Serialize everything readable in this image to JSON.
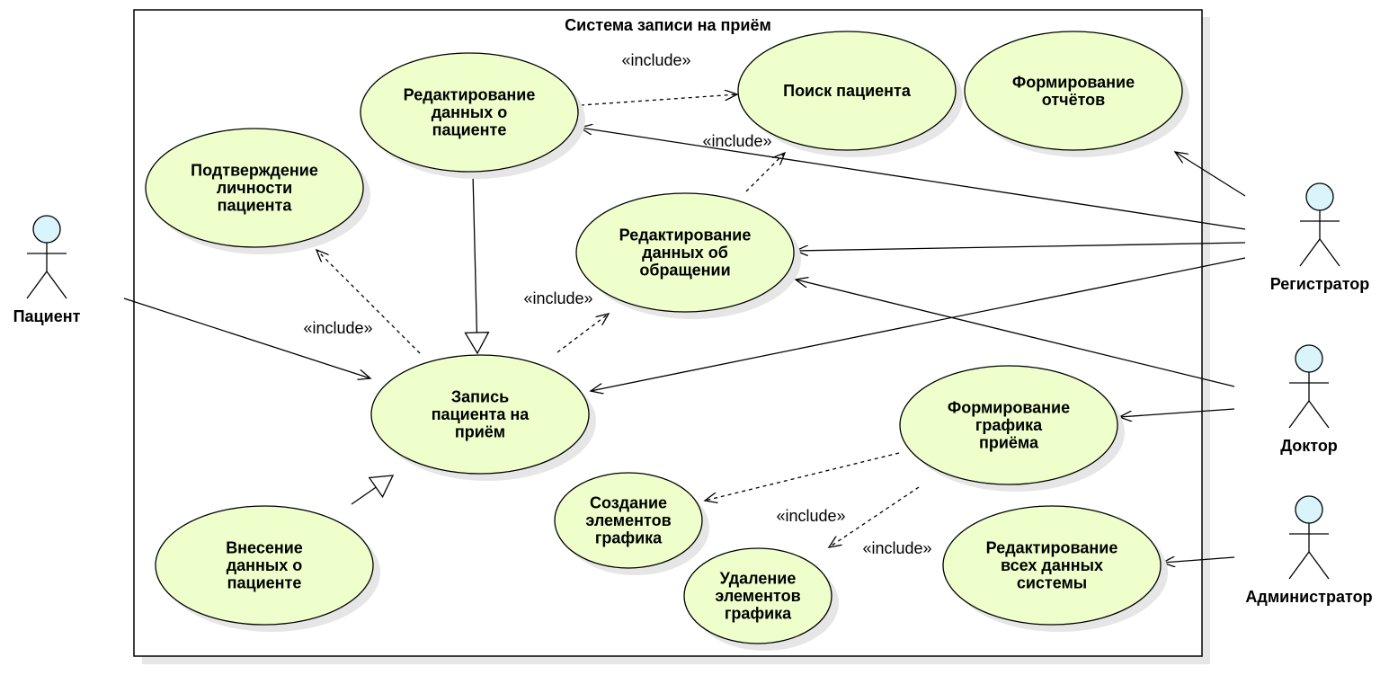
{
  "system": {
    "title": "Система записи на приём"
  },
  "colors": {
    "usecase_fill": "#eeffcc",
    "actor_fill": "#d9f4fb",
    "stroke": "#000000",
    "shadow": "#e6e6e6"
  },
  "actors": [
    {
      "id": "patient",
      "label": "Пациент"
    },
    {
      "id": "registrar",
      "label": "Регистратор"
    },
    {
      "id": "doctor",
      "label": "Доктор"
    },
    {
      "id": "admin",
      "label": "Администратор"
    }
  ],
  "usecases": [
    {
      "id": "edit_patient",
      "lines": [
        "Редактирование",
        "данных о",
        "пациенте"
      ]
    },
    {
      "id": "search_patient",
      "lines": [
        "Поиск пациента"
      ]
    },
    {
      "id": "reports",
      "lines": [
        "Формирование",
        "отчётов"
      ]
    },
    {
      "id": "confirm_identity",
      "lines": [
        "Подтверждение",
        "личности",
        "пациента"
      ]
    },
    {
      "id": "edit_visit",
      "lines": [
        "Редактирование",
        "данных об",
        "обращении"
      ]
    },
    {
      "id": "appointment",
      "lines": [
        "Запись",
        "пациента на",
        "приём"
      ]
    },
    {
      "id": "schedule",
      "lines": [
        "Формирование",
        "графика",
        "приёма"
      ]
    },
    {
      "id": "create_elements",
      "lines": [
        "Создание",
        "элементов",
        "графика"
      ]
    },
    {
      "id": "delete_elements",
      "lines": [
        "Удаление",
        "элементов",
        "графика"
      ]
    },
    {
      "id": "enter_patient",
      "lines": [
        "Внесение",
        "данных о",
        "пациенте"
      ]
    },
    {
      "id": "edit_all",
      "lines": [
        "Редактирование",
        "всех данных",
        "системы"
      ]
    }
  ],
  "include_labels": [
    "«include»",
    "«include»",
    "«include»",
    "«include»",
    "«include»",
    "«include»"
  ]
}
